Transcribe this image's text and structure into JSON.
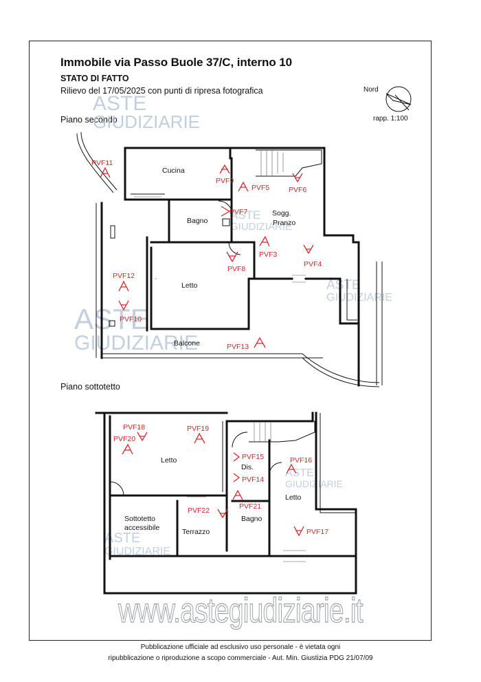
{
  "header": {
    "title": "Immobile via Passo Buole 37/C, interno 10",
    "subtitle": "STATO DI FATTO",
    "survey": "Rilievo del 17/05/2025  con punti di ripresa fotografica",
    "north": "Nord",
    "scale": "rapp. 1:100"
  },
  "floors": {
    "second": "Piano secondo",
    "attic": "Piano sottotetto"
  },
  "rooms_second": {
    "kitchen": "Cucina",
    "bath": "Bagno",
    "living1": "Sogg.",
    "living2": "Pranzo",
    "bed": "Letto",
    "balcony": "Balcone"
  },
  "rooms_attic": {
    "bed_left": "Letto",
    "attic1": "Sottotetto",
    "attic2": "accessibile",
    "terrace": "Terrazzo",
    "dis": "Dis.",
    "bath": "Bagno",
    "bed_right": "Letto"
  },
  "photo_points": {
    "p3": "PVF3",
    "p4": "PVF4",
    "p5": "PVF5",
    "p6": "PVF6",
    "p7": "PVF7",
    "p8": "PVF8",
    "p9": "PVF9",
    "p10": "PVF10",
    "p11": "PVF11",
    "p12": "PVF12",
    "p13": "PVF13",
    "p14": "PVF14",
    "p15": "PVF15",
    "p16": "PVF16",
    "p17": "PVF17",
    "p18": "PVF18",
    "p19": "PVF19",
    "p20": "PVF20",
    "p21": "PVF21",
    "p22": "PVF22"
  },
  "watermark": {
    "line1": "ASTE",
    "line2": "GIUDIZIARIE",
    "site": "www.astegiudiziarie.it"
  },
  "footer": {
    "line1": "Pubblicazione ufficiale ad esclusivo uso personale - è vietata ogni",
    "line2": "ripubblicazione o riproduzione a scopo commerciale - Aut. Min. Giustizia PDG 21/07/09"
  },
  "colors": {
    "marker": "#d7262a",
    "watermark": "#aebfd3"
  }
}
